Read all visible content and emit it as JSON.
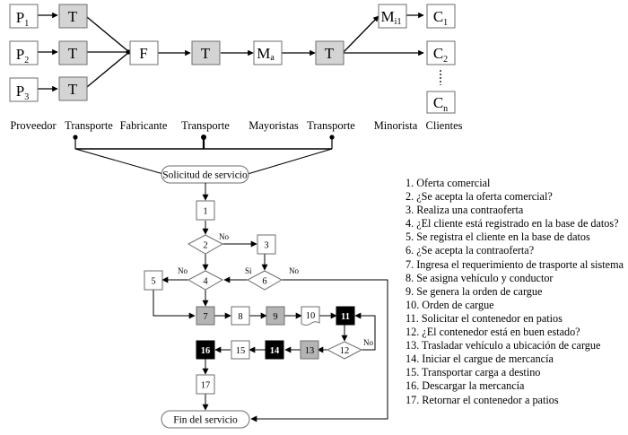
{
  "supply_chain": {
    "nodes": {
      "p1": {
        "main": "P",
        "sub": "1"
      },
      "p2": {
        "main": "P",
        "sub": "2"
      },
      "p3": {
        "main": "P",
        "sub": "3"
      },
      "t1": {
        "main": "T",
        "sub": ""
      },
      "t2": {
        "main": "T",
        "sub": ""
      },
      "t3": {
        "main": "T",
        "sub": ""
      },
      "f": {
        "main": "F",
        "sub": ""
      },
      "t4": {
        "main": "T",
        "sub": ""
      },
      "ma": {
        "main": "M",
        "sub": "a"
      },
      "t5": {
        "main": "T",
        "sub": ""
      },
      "mi1": {
        "main": "M",
        "sub": "i1"
      },
      "c1": {
        "main": "C",
        "sub": "1"
      },
      "c2": {
        "main": "C",
        "sub": "2"
      },
      "cn": {
        "main": "C",
        "sub": "n"
      }
    },
    "labels": [
      "Proveedor",
      "Transporte",
      "Fabricante",
      "Transporte",
      "Mayoristas",
      "Transporte",
      "Minorista",
      "Clientes"
    ]
  },
  "flowchart": {
    "start": "Solicitud de servicio",
    "end": "Fin del servicio",
    "steps": {
      "s1": "1",
      "s2": "2",
      "s3": "3",
      "s4": "4",
      "s5": "5",
      "s6": "6",
      "s7": "7",
      "s8": "8",
      "s9": "9",
      "s10": "10",
      "s11": "11",
      "s12": "12",
      "s13": "13",
      "s14": "14",
      "s15": "15",
      "s16": "16",
      "s17": "17"
    },
    "branch_labels": {
      "d2_no": "No",
      "d4_no": "No",
      "d6_si": "Si",
      "d6_no": "No",
      "d12_no": "No"
    }
  },
  "legend": [
    "1. Oferta comercial",
    "2. ¿Se acepta la oferta comercial?",
    "3. Realiza una contraoferta",
    "4. ¿El cliente está registrado en la base de datos?",
    "5. Se registra el cliente en la base de datos",
    "6. ¿Se acepta la contraoferta?",
    "7. Ingresa el requerimiento de trasporte al sistema",
    "8. Se asigna vehículo y conductor",
    "9. Se genera la orden de cargue",
    "10. Orden de cargue",
    "11. Solicitar el contenedor en patios",
    "12. ¿El contenedor está en buen estado?",
    "13. Trasladar vehículo a ubicación de cargue",
    "14. Iniciar el cargue de mercancía",
    "15. Transportar carga a destino",
    "16. Descargar la mercancía",
    "17. Retornar el contenedor a patios"
  ],
  "colors": {
    "line": "#000000",
    "box_white": "#ffffff",
    "box_gray": "#d4d4d4",
    "box_dark_gray": "#b4b4b4",
    "box_black": "#000000",
    "box_border": "#6e6e6e"
  }
}
